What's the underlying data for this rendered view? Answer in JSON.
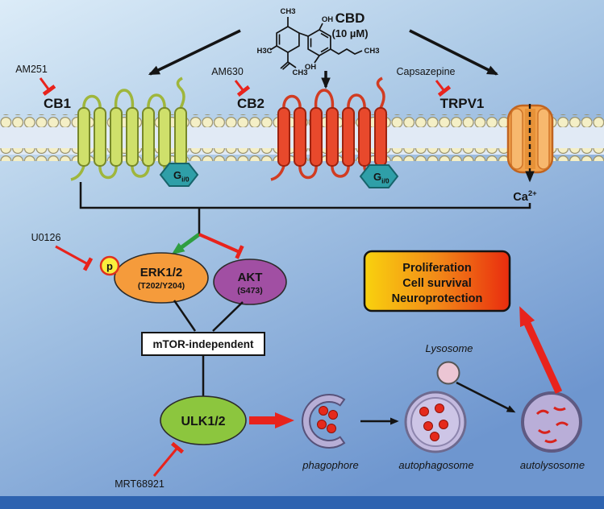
{
  "compound": {
    "name": "CBD",
    "dose": "(10 µM)",
    "structure_labels": {
      "ch3_top": "CH3",
      "oh_top": "OH",
      "h3c_left": "H3C",
      "oh_bottom": "OH",
      "ch3_bottom": "CH3",
      "ch3_chain": "CH3"
    }
  },
  "inhibitors": {
    "am251": "AM251",
    "am630": "AM630",
    "capsazepine": "Capsazepine",
    "u0126": "U0126",
    "mrt68921": "MRT68921"
  },
  "receptors": {
    "cb1": "CB1",
    "cb2": "CB2",
    "trpv1": "TRPV1",
    "g_protein": "G",
    "g_protein_sub": "i/0",
    "calcium": "Ca",
    "calcium_sup": "2+"
  },
  "signaling": {
    "phospho": "p",
    "erk": "ERK1/2",
    "erk_sites": "(T202/Y204)",
    "akt": "AKT",
    "akt_site": "(S473)",
    "mtor": "mTOR-independent",
    "ulk": "ULK1/2"
  },
  "autophagy": {
    "lysosome": "Lysosome",
    "phagophore": "phagophore",
    "autophagosome": "autophagosome",
    "autolysosome": "autolysosome"
  },
  "outcome": {
    "lines": [
      "Proliferation",
      "Cell survival",
      "Neuroprotection"
    ]
  },
  "colors": {
    "background_top": "#dcecf8",
    "background_bottom": "#6e96cf",
    "bottom_bar": "#2e63b0",
    "membrane_head": "#f4efc6",
    "cb1_receptor": "#cfe06b",
    "cb2_receptor": "#e8492c",
    "trpv1_channel": "#f2a24c",
    "g_protein": "#2f9fa8",
    "erk": "#f59b3b",
    "akt": "#a14fa3",
    "ulk": "#8cc63e",
    "phospho_badge": "#f9ee3d",
    "inhibition_red": "#e8231c",
    "activation_green": "#2f9e41",
    "outcome_yellow": "#f9d20e",
    "outcome_red": "#e92c0e",
    "vesicle_fill": "#c3badf",
    "lysosome_fill": "#ecc6d4",
    "cargo_red": "#e52a1c"
  }
}
